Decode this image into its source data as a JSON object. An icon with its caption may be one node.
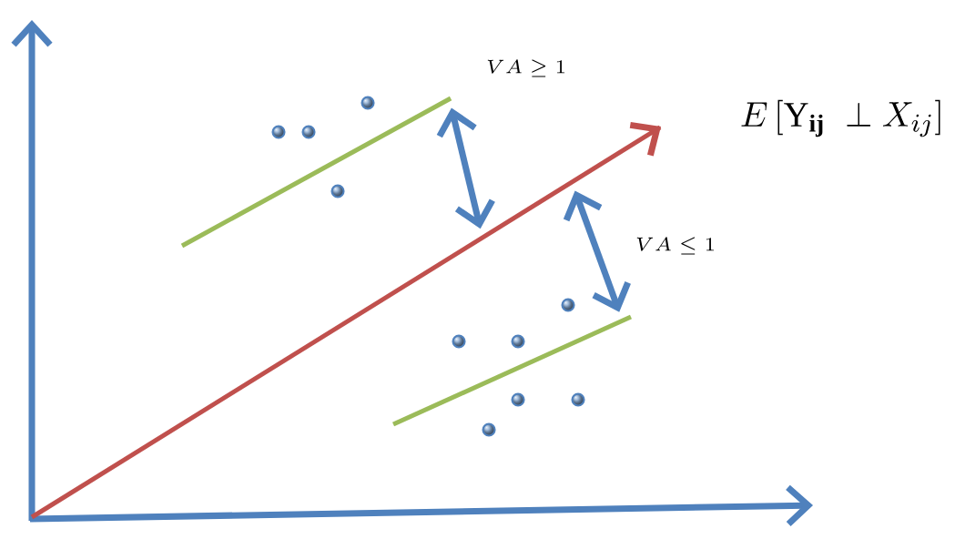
{
  "diagram": {
    "nodes": [
      {
        "text": [],
        "shape": "line"
      },
      {
        "text": [],
        "shape": "arrow"
      },
      {
        "text": [],
        "shape": "line"
      }
    ],
    "edges": [
      {
        "from": 0,
        "to": 1,
        "arrow": "both"
      },
      {
        "from": 1,
        "to": 2,
        "arrow": "both"
      }
    ],
    "labels": [
      "VA \\geq 1",
      "VA \\leq 1",
      "E\\left[\\mathrm{Y}_{\\mathbf{ij}}\\;\\perp X_{ij}\\right]"
    ]
  }
}
